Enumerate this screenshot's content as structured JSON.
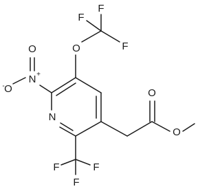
{
  "molecule": {
    "atoms": [
      {
        "id": "o_minus",
        "label": "O",
        "charge": "-"
      },
      {
        "id": "n_plus",
        "label": "N",
        "charge": "+"
      },
      {
        "id": "o_nitro",
        "label": "O",
        "charge": ""
      },
      {
        "id": "o_ether",
        "label": "O",
        "charge": ""
      },
      {
        "id": "f1",
        "label": "F",
        "charge": ""
      },
      {
        "id": "f2",
        "label": "F",
        "charge": ""
      },
      {
        "id": "f3",
        "label": "F",
        "charge": ""
      },
      {
        "id": "n_ring",
        "label": "N",
        "charge": ""
      },
      {
        "id": "o_carbonyl",
        "label": "O",
        "charge": ""
      },
      {
        "id": "o_ester",
        "label": "O",
        "charge": ""
      },
      {
        "id": "f4",
        "label": "F",
        "charge": ""
      },
      {
        "id": "f5",
        "label": "F",
        "charge": ""
      },
      {
        "id": "f6",
        "label": "F",
        "charge": ""
      }
    ]
  }
}
